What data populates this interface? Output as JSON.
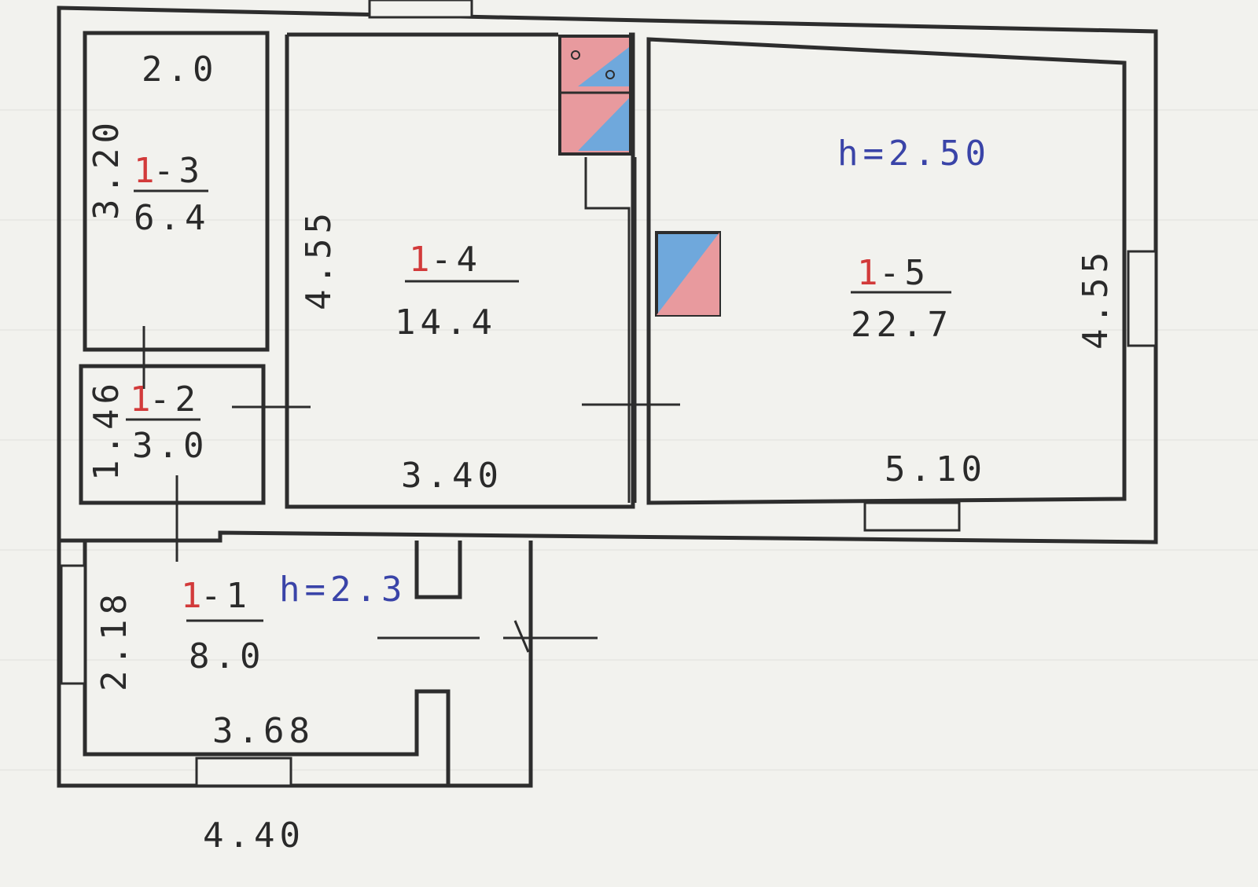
{
  "rooms": [
    {
      "number_prefix": "1",
      "number_suffix": "-3",
      "area": "6.4"
    },
    {
      "number_prefix": "1",
      "number_suffix": "-2",
      "area": "3.0"
    },
    {
      "number_prefix": "1",
      "number_suffix": "-4",
      "area": "14.4"
    },
    {
      "number_prefix": "1",
      "number_suffix": "-5",
      "area": "22.7"
    },
    {
      "number_prefix": "1",
      "number_suffix": "-1",
      "area": "8.0"
    }
  ],
  "dimensions": {
    "room13_width": "2.0",
    "room13_length": "3.20",
    "room12_length": "1.46",
    "room14_length": "4.55",
    "room14_width": "3.40",
    "room15_length": "4.55",
    "room15_width": "5.10",
    "room11_length": "2.18",
    "room11_width": "3.68",
    "overall_width": "4.40"
  },
  "heights": {
    "main": "h=2.50",
    "annex": "h=2.3"
  },
  "colors": {
    "stove_red": "#e89a9e",
    "stove_blue": "#6fa8dc",
    "wall": "#2d2d2d",
    "room_number_red": "#d23a3a",
    "height_blue": "#3a44a8"
  }
}
